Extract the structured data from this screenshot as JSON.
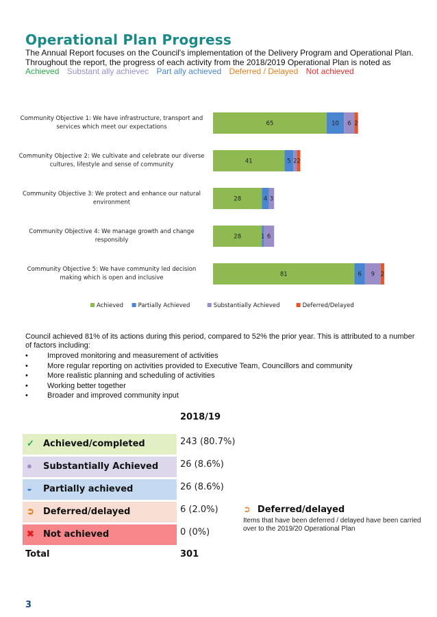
{
  "page": {
    "title": "Operational Plan Progress",
    "intro": "The Annual Report focuses on the Council's implementation of the Delivery Program and Operational Plan. Throughout the report, the progress of each activity from the 2018/2019 Operational Plan is noted as",
    "status_legend": [
      {
        "text": "Achieved",
        "color": "#2aa84a"
      },
      {
        "text": "Substant ally achievec",
        "color": "#9b8ec8"
      },
      {
        "text": "Part ally achieved",
        "color": "#4a86d0"
      },
      {
        "text": "Deferred / Delayed",
        "color": "#e3801c"
      },
      {
        "text": "Not achieved",
        "color": "#e03030"
      }
    ],
    "summary": "Council achieved 81% of its actions during this period, compared to 52% the prior year.  This is attributed to a number of factors including:",
    "bullets": [
      "Improved monitoring and measurement of activities",
      "More regular reporting on activities provided to Executive Team, Councillors and community",
      "More realistic planning and scheduling of activities",
      "Working better together",
      "Broader and improved community input"
    ],
    "bullet_glyph": "•",
    "column_header": "2018/19",
    "statuses": [
      {
        "label": "Achieved/completed",
        "value": "243 (80.7%)",
        "icon": "check-icon",
        "glyph": "✓",
        "icon_color": "#2aa84a",
        "bg": "#e2efc4"
      },
      {
        "label": "Substantially Achieved",
        "value": "26 (8.6%)",
        "icon": "circle-icon",
        "glyph": "●",
        "icon_color": "#9b8ec8",
        "bg": "#ddd7ec"
      },
      {
        "label": "Partially achieved",
        "value": "26 (8.6%)",
        "icon": "half-circle-icon",
        "glyph": "◒",
        "icon_color": "#3a78c9",
        "bg": "#c5d9f1"
      },
      {
        "label": "Deferred/delayed",
        "value": "6 (2.0%)",
        "icon": "arrow-circle-icon",
        "glyph": "➲",
        "icon_color": "#e3801c",
        "bg": "#f8ddd2"
      },
      {
        "label": "Not achieved",
        "value": "0 (0%)",
        "icon": "cross-icon",
        "glyph": "✖",
        "icon_color": "#e02020",
        "bg": "#f7868a"
      }
    ],
    "total_label": "Total",
    "total_value": "301",
    "note_title": "Deferred/delayed",
    "note_glyph": "➲",
    "note_text": "Items that have been deferred / delayed have been carried over to the 2019/20 Operational Plan",
    "page_number": "3"
  },
  "chart_data": {
    "type": "bar",
    "orientation": "horizontal-stacked",
    "categories": [
      [
        "Community Objective 1:  We have infrastructure, transport and",
        "services which meet our expectations"
      ],
      [
        "Community Objective 2: We cultivate and celebrate our diverse",
        "cultures, lifestyle and sense of community"
      ],
      [
        "Community Objective 3:  We protect and enhance our natural",
        "environment"
      ],
      [
        "Community Objective 4:   We manage growth and change",
        "responsibly"
      ],
      [
        "Community Objective 5:  We have community led decision",
        "making which is open and inclusive"
      ]
    ],
    "series": [
      {
        "name": "Achieved",
        "color": "#8fba52",
        "values": [
          65,
          41,
          28,
          28,
          81
        ]
      },
      {
        "name": "Partially Achieved",
        "color": "#4a86d0",
        "values": [
          10,
          5,
          4,
          1,
          6
        ]
      },
      {
        "name": "Substantially Achieved",
        "color": "#9b8ec8",
        "values": [
          6,
          2,
          3,
          6,
          9
        ]
      },
      {
        "name": "Deferred/Delayed",
        "color": "#e0582a",
        "values": [
          2,
          2,
          0,
          0,
          2
        ]
      }
    ],
    "legend_position": "bottom",
    "grid": false
  }
}
